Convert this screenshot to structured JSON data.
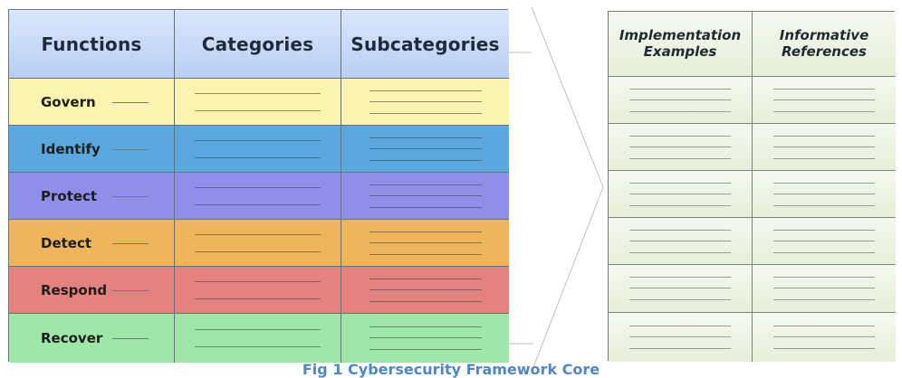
{
  "framework": {
    "headers": {
      "functions": "Functions",
      "categories": "Categories",
      "subcategories": "Subcategories"
    },
    "functions": [
      {
        "label": "Govern",
        "color": "#fbf4b0"
      },
      {
        "label": "Identify",
        "color": "#5ba8de"
      },
      {
        "label": "Protect",
        "color": "#8f8ee8"
      },
      {
        "label": "Detect",
        "color": "#efb55b"
      },
      {
        "label": "Respond",
        "color": "#e48280"
      },
      {
        "label": "Recover",
        "color": "#9ee7a8"
      }
    ]
  },
  "details": {
    "headers": {
      "implementation": "Implementation Examples",
      "references": "Informative References"
    }
  },
  "caption": "Fig 1 Cybersecurity Framework Core"
}
